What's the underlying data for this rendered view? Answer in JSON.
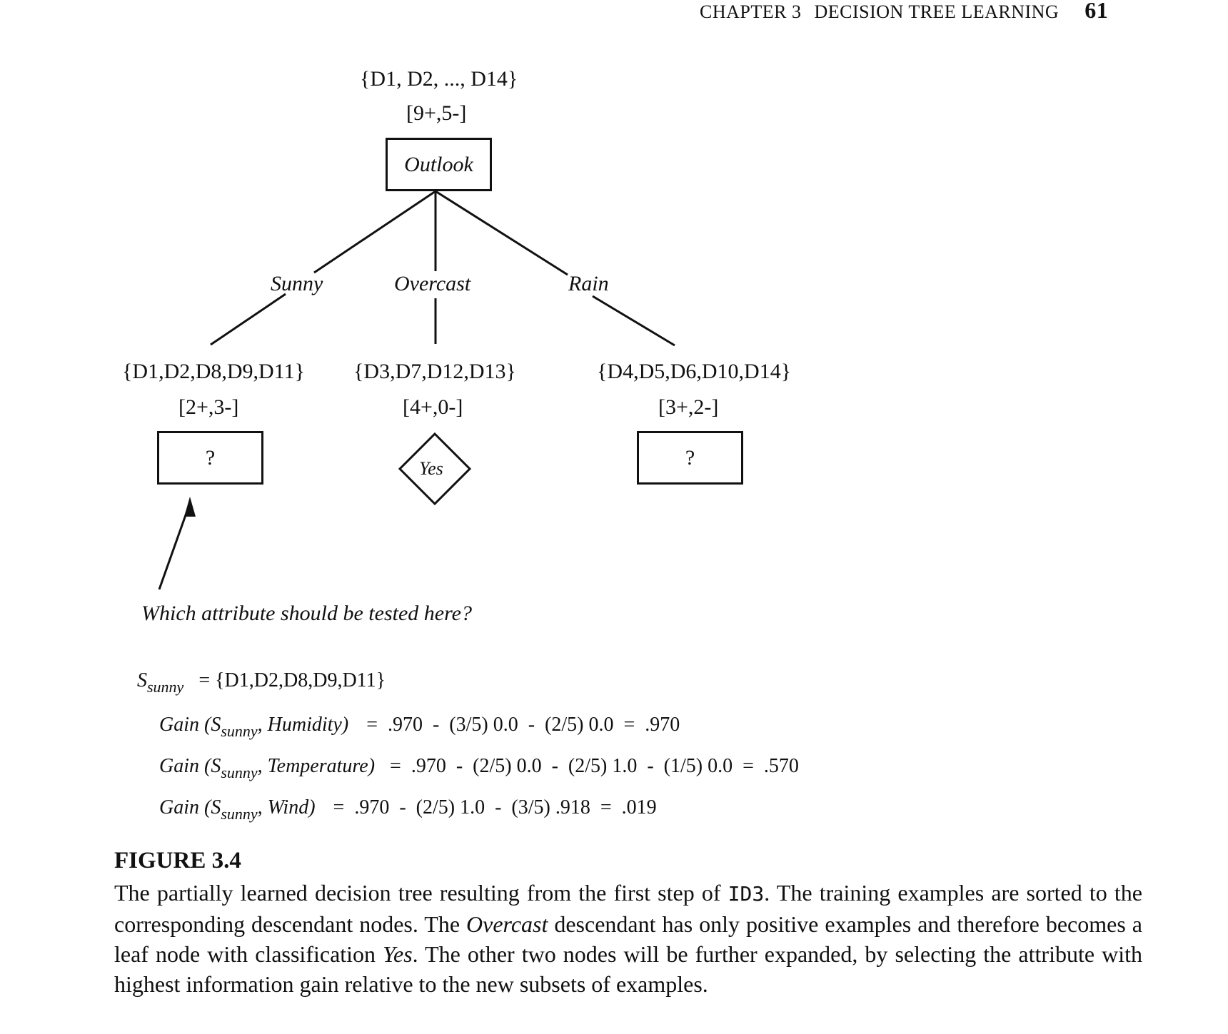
{
  "header": {
    "chapter": "CHAPTER 3",
    "title": "DECISION TREE LEARNING",
    "page_number": "61"
  },
  "tree": {
    "root": {
      "set": "{D1, D2, ..., D14}",
      "counts": "[9+,5-]",
      "attribute": "Outlook"
    },
    "branches": [
      {
        "value": "Sunny",
        "set": "{D1,D2,D8,D9,D11}",
        "counts": "[2+,3-]",
        "node": "?"
      },
      {
        "value": "Overcast",
        "set": "{D3,D7,D12,D13}",
        "counts": "[4+,0-]",
        "node": "Yes"
      },
      {
        "value": "Rain",
        "set": "{D4,D5,D6,D10,D14}",
        "counts": "[3+,2-]",
        "node": "?"
      }
    ],
    "question": "Which attribute should be tested here?"
  },
  "equations": {
    "s_sunny": {
      "S": "S",
      "sub": "sunny",
      "rhs": "= {D1,D2,D8,D9,D11}"
    },
    "gains": [
      {
        "fn": "Gain (S",
        "sub": "sunny",
        "attr": ", Humidity)",
        "rhs": "=  .970  -  (3/5) 0.0  -  (2/5) 0.0  =  .970"
      },
      {
        "fn": "Gain (S",
        "sub": "sunny",
        "attr": ", Temperature)",
        "rhs": "=  .970  -  (2/5) 0.0  -  (2/5) 1.0  -  (1/5) 0.0  =  .570"
      },
      {
        "fn": "Gain (S",
        "sub": "sunny",
        "attr": ", Wind)",
        "rhs": "=  .970  -  (2/5) 1.0  -  (3/5) .918  =  .019"
      }
    ]
  },
  "figure": {
    "label": "FIGURE 3.4",
    "caption_1": "The partially learned decision tree resulting from the first step of ",
    "caption_id3": "ID3",
    "caption_2": ". The training examples are sorted to the corresponding descendant nodes. The ",
    "caption_overcast": "Overcast",
    "caption_3": " descendant has only positive examples and therefore becomes a leaf node with classification ",
    "caption_yes": "Yes",
    "caption_4": ". The other two nodes will be further expanded, by selecting the attribute with highest information gain relative to the new subsets of examples."
  }
}
